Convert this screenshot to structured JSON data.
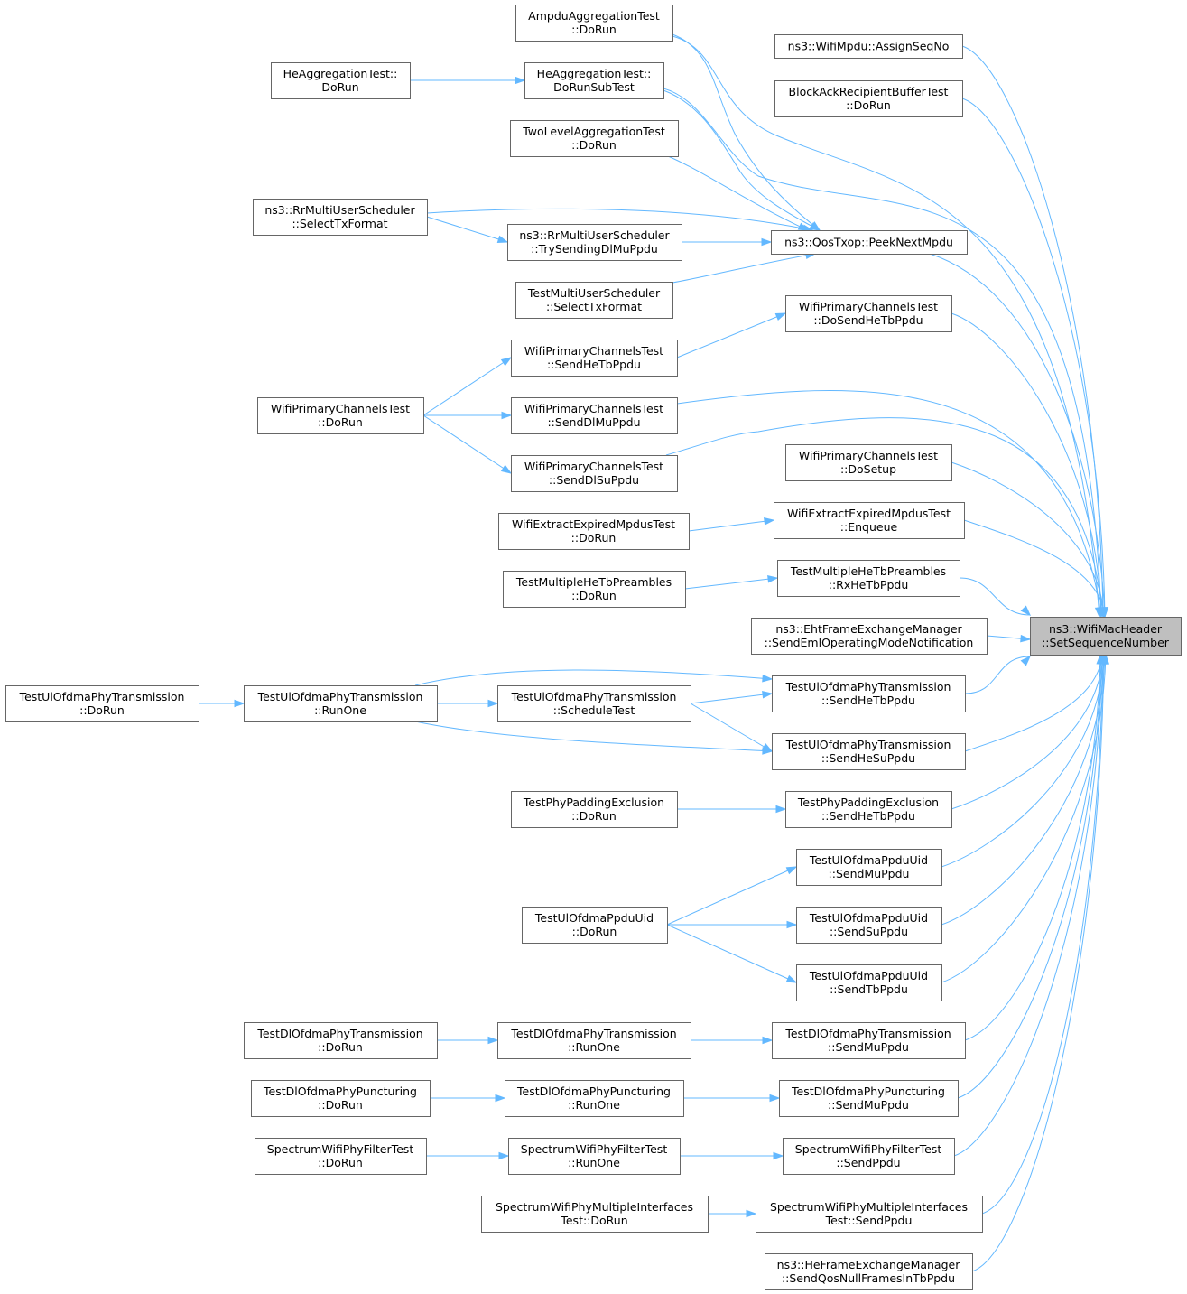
{
  "diagram": {
    "focus_node": "n_target",
    "nodes": [
      {
        "id": "n_target",
        "label": [
          "ns3::WifiMacHeader",
          "::SetSequenceNumber"
        ]
      },
      {
        "id": "n_ampdu",
        "label": [
          "AmpduAggregationTest",
          "::DoRun"
        ]
      },
      {
        "id": "n_heagg",
        "label": [
          "HeAggregationTest::",
          "DoRun"
        ]
      },
      {
        "id": "n_heaggsub",
        "label": [
          "HeAggregationTest::",
          "DoRunSubTest"
        ]
      },
      {
        "id": "n_twolevel",
        "label": [
          "TwoLevelAggregationTest",
          "::DoRun"
        ]
      },
      {
        "id": "n_rr_select",
        "label": [
          "ns3::RrMultiUserScheduler",
          "::SelectTxFormat"
        ]
      },
      {
        "id": "n_rr_try",
        "label": [
          "ns3::RrMultiUserScheduler",
          "::TrySendingDlMuPpdu"
        ]
      },
      {
        "id": "n_testmu_select",
        "label": [
          "TestMultiUserScheduler",
          "::SelectTxFormat"
        ]
      },
      {
        "id": "n_peek",
        "label": [
          "ns3::QosTxop::PeekNextMpdu"
        ]
      },
      {
        "id": "n_assign",
        "label": [
          "ns3::WifiMpdu::AssignSeqNo"
        ]
      },
      {
        "id": "n_blockack",
        "label": [
          "BlockAckRecipientBufferTest",
          "::DoRun"
        ]
      },
      {
        "id": "n_wpc_dosendhetb",
        "label": [
          "WifiPrimaryChannelsTest",
          "::DoSendHeTbPpdu"
        ]
      },
      {
        "id": "n_wpc_sendhetb",
        "label": [
          "WifiPrimaryChannelsTest",
          "::SendHeTbPpdu"
        ]
      },
      {
        "id": "n_wpc_dorun",
        "label": [
          "WifiPrimaryChannelsTest",
          "::DoRun"
        ]
      },
      {
        "id": "n_wpc_senddlmu",
        "label": [
          "WifiPrimaryChannelsTest",
          "::SendDlMuPpdu"
        ]
      },
      {
        "id": "n_wpc_senddlsu",
        "label": [
          "WifiPrimaryChannelsTest",
          "::SendDlSuPpdu"
        ]
      },
      {
        "id": "n_wpc_dosetup",
        "label": [
          "WifiPrimaryChannelsTest",
          "::DoSetup"
        ]
      },
      {
        "id": "n_wee_dorun",
        "label": [
          "WifiExtractExpiredMpdusTest",
          "::DoRun"
        ]
      },
      {
        "id": "n_wee_enqueue",
        "label": [
          "WifiExtractExpiredMpdusTest",
          "::Enqueue"
        ]
      },
      {
        "id": "n_tmhtp_dorun",
        "label": [
          "TestMultipleHeTbPreambles",
          "::DoRun"
        ]
      },
      {
        "id": "n_tmhtp_rx",
        "label": [
          "TestMultipleHeTbPreambles",
          "::RxHeTbPpdu"
        ]
      },
      {
        "id": "n_eht",
        "label": [
          "ns3::EhtFrameExchangeManager",
          "::SendEmlOperatingModeNotification"
        ]
      },
      {
        "id": "n_tuopt_dorun",
        "label": [
          "TestUlOfdmaPhyTransmission",
          "::DoRun"
        ]
      },
      {
        "id": "n_tuopt_runone",
        "label": [
          "TestUlOfdmaPhyTransmission",
          "::RunOne"
        ]
      },
      {
        "id": "n_tuopt_sched",
        "label": [
          "TestUlOfdmaPhyTransmission",
          "::ScheduleTest"
        ]
      },
      {
        "id": "n_tuopt_sendhetb",
        "label": [
          "TestUlOfdmaPhyTransmission",
          "::SendHeTbPpdu"
        ]
      },
      {
        "id": "n_tuopt_sendhesu",
        "label": [
          "TestUlOfdmaPhyTransmission",
          "::SendHeSuPpdu"
        ]
      },
      {
        "id": "n_tppe_dorun",
        "label": [
          "TestPhyPaddingExclusion",
          "::DoRun"
        ]
      },
      {
        "id": "n_tppe_sendhetb",
        "label": [
          "TestPhyPaddingExclusion",
          "::SendHeTbPpdu"
        ]
      },
      {
        "id": "n_tuopu_sendmu",
        "label": [
          "TestUlOfdmaPpduUid",
          "::SendMuPpdu"
        ]
      },
      {
        "id": "n_tuopu_dorun",
        "label": [
          "TestUlOfdmaPpduUid",
          "::DoRun"
        ]
      },
      {
        "id": "n_tuopu_sendsu",
        "label": [
          "TestUlOfdmaPpduUid",
          "::SendSuPpdu"
        ]
      },
      {
        "id": "n_tuopu_sendtb",
        "label": [
          "TestUlOfdmaPpduUid",
          "::SendTbPpdu"
        ]
      },
      {
        "id": "n_tdopt_dorun",
        "label": [
          "TestDlOfdmaPhyTransmission",
          "::DoRun"
        ]
      },
      {
        "id": "n_tdopt_runone",
        "label": [
          "TestDlOfdmaPhyTransmission",
          "::RunOne"
        ]
      },
      {
        "id": "n_tdopt_sendmu",
        "label": [
          "TestDlOfdmaPhyTransmission",
          "::SendMuPpdu"
        ]
      },
      {
        "id": "n_tdopp_dorun",
        "label": [
          "TestDlOfdmaPhyPuncturing",
          "::DoRun"
        ]
      },
      {
        "id": "n_tdopp_runone",
        "label": [
          "TestDlOfdmaPhyPuncturing",
          "::RunOne"
        ]
      },
      {
        "id": "n_tdopp_sendmu",
        "label": [
          "TestDlOfdmaPhyPuncturing",
          "::SendMuPpdu"
        ]
      },
      {
        "id": "n_swpft_dorun",
        "label": [
          "SpectrumWifiPhyFilterTest",
          "::DoRun"
        ]
      },
      {
        "id": "n_swpft_runone",
        "label": [
          "SpectrumWifiPhyFilterTest",
          "::RunOne"
        ]
      },
      {
        "id": "n_swpft_sendppdu",
        "label": [
          "SpectrumWifiPhyFilterTest",
          "::SendPpdu"
        ]
      },
      {
        "id": "n_swpmi_dorun",
        "label": [
          "SpectrumWifiPhyMultipleInterfaces",
          "Test::DoRun"
        ]
      },
      {
        "id": "n_swpmi_sendppdu",
        "label": [
          "SpectrumWifiPhyMultipleInterfaces",
          "Test::SendPpdu"
        ]
      },
      {
        "id": "n_hefem",
        "label": [
          "ns3::HeFrameExchangeManager",
          "::SendQosNullFramesInTbPpdu"
        ]
      }
    ],
    "edges": [
      {
        "from": "n_heagg",
        "to": "n_heaggsub"
      },
      {
        "from": "n_ampdu",
        "to": "n_peek"
      },
      {
        "from": "n_heaggsub",
        "to": "n_peek"
      },
      {
        "from": "n_twolevel",
        "to": "n_peek"
      },
      {
        "from": "n_rr_select",
        "to": "n_peek"
      },
      {
        "from": "n_rr_select",
        "to": "n_rr_try"
      },
      {
        "from": "n_rr_try",
        "to": "n_peek"
      },
      {
        "from": "n_testmu_select",
        "to": "n_peek"
      },
      {
        "from": "n_wpc_sendhetb",
        "to": "n_wpc_dosendhetb"
      },
      {
        "from": "n_wpc_dorun",
        "to": "n_wpc_sendhetb"
      },
      {
        "from": "n_wpc_dorun",
        "to": "n_wpc_senddlmu"
      },
      {
        "from": "n_wpc_dorun",
        "to": "n_wpc_senddlsu"
      },
      {
        "from": "n_wee_dorun",
        "to": "n_wee_enqueue"
      },
      {
        "from": "n_tmhtp_dorun",
        "to": "n_tmhtp_rx"
      },
      {
        "from": "n_tuopt_dorun",
        "to": "n_tuopt_runone"
      },
      {
        "from": "n_tuopt_runone",
        "to": "n_tuopt_sched"
      },
      {
        "from": "n_tuopt_runone",
        "to": "n_tuopt_sendhetb"
      },
      {
        "from": "n_tuopt_runone",
        "to": "n_tuopt_sendhesu"
      },
      {
        "from": "n_tuopt_sched",
        "to": "n_tuopt_sendhetb"
      },
      {
        "from": "n_tuopt_sched",
        "to": "n_tuopt_sendhesu"
      },
      {
        "from": "n_tppe_dorun",
        "to": "n_tppe_sendhetb"
      },
      {
        "from": "n_tuopu_dorun",
        "to": "n_tuopu_sendmu"
      },
      {
        "from": "n_tuopu_dorun",
        "to": "n_tuopu_sendsu"
      },
      {
        "from": "n_tuopu_dorun",
        "to": "n_tuopu_sendtb"
      },
      {
        "from": "n_tdopt_dorun",
        "to": "n_tdopt_runone"
      },
      {
        "from": "n_tdopt_runone",
        "to": "n_tdopt_sendmu"
      },
      {
        "from": "n_tdopp_dorun",
        "to": "n_tdopp_runone"
      },
      {
        "from": "n_tdopp_runone",
        "to": "n_tdopp_sendmu"
      },
      {
        "from": "n_swpft_dorun",
        "to": "n_swpft_runone"
      },
      {
        "from": "n_swpft_runone",
        "to": "n_swpft_sendppdu"
      },
      {
        "from": "n_swpmi_dorun",
        "to": "n_swpmi_sendppdu"
      },
      {
        "from": "n_assign",
        "to": "n_target"
      },
      {
        "from": "n_ampdu",
        "to": "n_target"
      },
      {
        "from": "n_blockack",
        "to": "n_target"
      },
      {
        "from": "n_heaggsub",
        "to": "n_target"
      },
      {
        "from": "n_peek",
        "to": "n_target"
      },
      {
        "from": "n_wpc_dosendhetb",
        "to": "n_target"
      },
      {
        "from": "n_wpc_senddlmu",
        "to": "n_target"
      },
      {
        "from": "n_wpc_senddlsu",
        "to": "n_target"
      },
      {
        "from": "n_wpc_dosetup",
        "to": "n_target"
      },
      {
        "from": "n_wee_enqueue",
        "to": "n_target"
      },
      {
        "from": "n_tmhtp_rx",
        "to": "n_target"
      },
      {
        "from": "n_eht",
        "to": "n_target"
      },
      {
        "from": "n_tuopt_sendhetb",
        "to": "n_target"
      },
      {
        "from": "n_tuopt_sendhesu",
        "to": "n_target"
      },
      {
        "from": "n_tppe_sendhetb",
        "to": "n_target"
      },
      {
        "from": "n_tuopu_sendmu",
        "to": "n_target"
      },
      {
        "from": "n_tuopu_sendsu",
        "to": "n_target"
      },
      {
        "from": "n_tuopu_sendtb",
        "to": "n_target"
      },
      {
        "from": "n_tdopt_sendmu",
        "to": "n_target"
      },
      {
        "from": "n_tdopp_sendmu",
        "to": "n_target"
      },
      {
        "from": "n_swpft_sendppdu",
        "to": "n_target"
      },
      {
        "from": "n_swpmi_sendppdu",
        "to": "n_target"
      },
      {
        "from": "n_hefem",
        "to": "n_target"
      }
    ]
  }
}
